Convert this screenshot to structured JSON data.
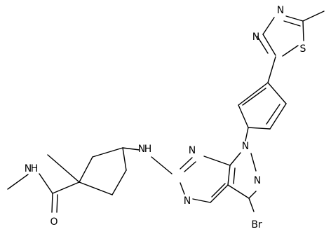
{
  "molecule": {
    "atoms": [
      {
        "id": "n_methyl_thiadiazole",
        "label": "N"
      },
      {
        "id": "n_thiadiazole_2",
        "label": "N"
      },
      {
        "id": "s_thiadiazole",
        "label": "S"
      },
      {
        "id": "n_pyrazole_1",
        "label": "N"
      },
      {
        "id": "n_pyrazole_2",
        "label": "N"
      },
      {
        "id": "n_pyrimidine_1",
        "label": "N"
      },
      {
        "id": "n_pyrimidine_2",
        "label": "N"
      },
      {
        "id": "n_amine",
        "label": "N"
      },
      {
        "id": "h_amine",
        "label": "H"
      },
      {
        "id": "n_amide",
        "label": "N"
      },
      {
        "id": "h_amide",
        "label": "H"
      },
      {
        "id": "o_amide",
        "label": "O"
      },
      {
        "id": "br",
        "label": "Br"
      }
    ]
  }
}
